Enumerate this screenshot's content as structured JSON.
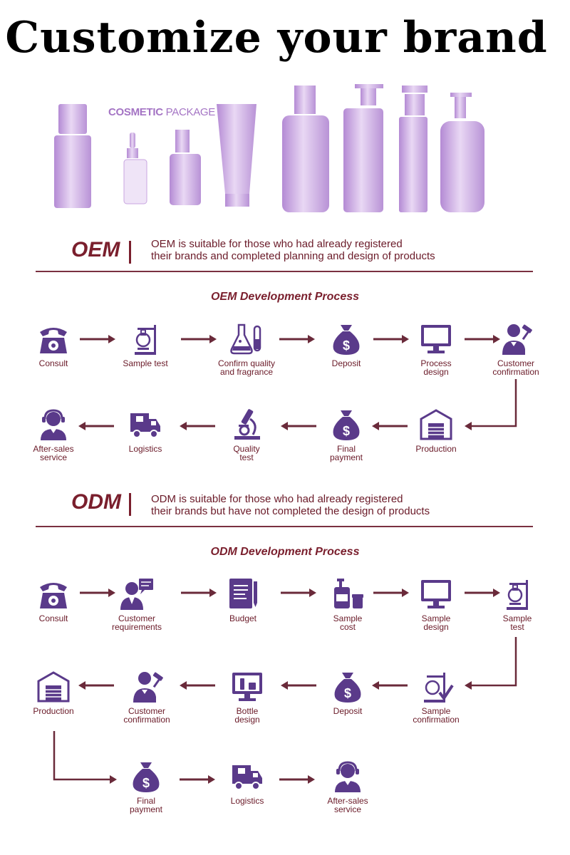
{
  "title": "Customize your brand",
  "package_label": {
    "bold": "COSMETIC",
    "light": "PACKAGE"
  },
  "oem": {
    "abbr": "OEM",
    "line1": "OEM is suitable for those who had already registered",
    "line2": "their brands and completed planning and design of products",
    "process_title": "OEM Development Process",
    "row1": [
      "Consult",
      "Sample test",
      "Confirm quality\nand fragrance",
      "Deposit",
      "Process\ndesign",
      "Customer\nconfirmation"
    ],
    "row2": [
      "After-sales\nservice",
      "Logistics",
      "Quality\ntest",
      "Final\npayment",
      "Production"
    ]
  },
  "odm": {
    "abbr": "ODM",
    "line1": "ODM is suitable for those who had already registered",
    "line2": "their brands but have not completed the design of products",
    "process_title": "ODM Development Process",
    "row1": [
      "Consult",
      "Customer\nrequirements",
      "Budget",
      "Sample\ncost",
      "Sample\ndesign",
      "Sample\ntest"
    ],
    "row2": [
      "Production",
      "Customer\nconfirmation",
      "Bottle\ndesign",
      "Deposit",
      "Sample\nconfirmation"
    ],
    "row3": [
      "Final\npayment",
      "Logistics",
      "After-sales\nservice"
    ]
  },
  "icons": {
    "oem_row1": [
      "phone-icon",
      "lab-stand-icon",
      "flask-icon",
      "money-bag-icon",
      "monitor-icon",
      "judge-icon"
    ],
    "oem_row2": [
      "support-agent-icon",
      "truck-icon",
      "microscope-icon",
      "money-bag-icon",
      "warehouse-icon"
    ],
    "odm_row1": [
      "phone-icon",
      "speaker-icon",
      "document-icon",
      "cosmetic-bottle-icon",
      "monitor-icon",
      "lab-stand-icon"
    ],
    "odm_row2": [
      "warehouse-icon",
      "judge-icon",
      "monitor-bottle-icon",
      "money-bag-icon",
      "lab-check-icon"
    ],
    "odm_row3": [
      "money-bag-icon",
      "truck-icon",
      "support-agent-icon"
    ]
  },
  "colors": {
    "icon": "#5a3a8a",
    "text": "#6a1a28",
    "accent": "#7a1f2d",
    "bottle": "#c9a6e0"
  }
}
